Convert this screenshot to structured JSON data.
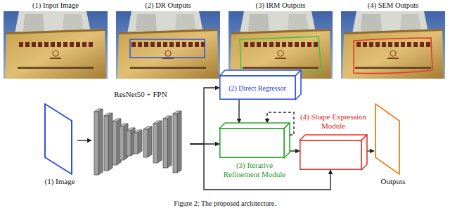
{
  "diagram": {
    "caption": "Figure 2: The proposed architecture.",
    "nodes": [
      {
        "text": [
          "(1) Input Image"
        ]
      },
      {
        "text": [
          "(2) DR Outputs"
        ]
      },
      {
        "text": [
          "(3) IRM Outputs"
        ]
      },
      {
        "text": [
          "(4) SEM Outputs"
        ]
      },
      {
        "text": [
          "(1) Image"
        ]
      },
      {
        "text": [
          "ResNet50 + FPN"
        ]
      },
      {
        "text": [
          "(2) Direct Regressor"
        ]
      },
      {
        "text": [
          "(3) Iterative Refinement Module"
        ]
      },
      {
        "text": [
          "(4) Shape Expression Module"
        ]
      },
      {
        "text": [
          "Outputs"
        ]
      }
    ],
    "edges": [
      {
        "from": 4,
        "to": 5,
        "arrow": "to"
      },
      {
        "from": 5,
        "to": 6,
        "arrow": "to"
      },
      {
        "from": 5,
        "to": 7,
        "arrow": "to"
      },
      {
        "from": 5,
        "to": 8,
        "arrow": "to"
      },
      {
        "from": 6,
        "to": 7,
        "arrow": "to"
      },
      {
        "from": 7,
        "to": 8,
        "arrow": "to"
      },
      {
        "from": 7,
        "to": 7,
        "arrow": "to"
      },
      {
        "from": 8,
        "to": 9,
        "arrow": "to"
      }
    ]
  }
}
